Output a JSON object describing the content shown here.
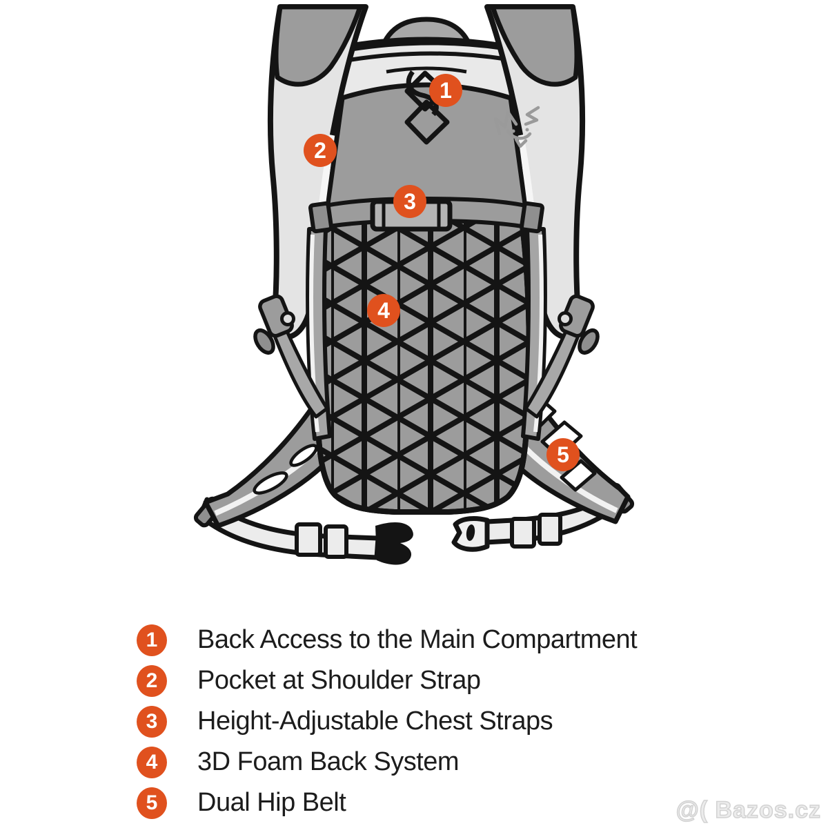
{
  "diagram": {
    "description": "Backpack rear view with numbered feature callouts",
    "markers": [
      {
        "number": "1"
      },
      {
        "number": "2"
      },
      {
        "number": "3"
      },
      {
        "number": "4"
      },
      {
        "number": "5"
      }
    ],
    "brand_logo": "dynafit-snow-leopard"
  },
  "legend": {
    "items": [
      {
        "number": "1",
        "label": "Back Access to the Main Compartment"
      },
      {
        "number": "2",
        "label": "Pocket at Shoulder Strap"
      },
      {
        "number": "3",
        "label": "Height-Adjustable Chest Straps"
      },
      {
        "number": "4",
        "label": "3D Foam Back System"
      },
      {
        "number": "5",
        "label": "Dual Hip Belt"
      }
    ]
  },
  "watermark": {
    "text": "@( Bazos.cz"
  },
  "colors": {
    "accent": "#E0511E",
    "outline": "#141414",
    "panel_gray": "#9C9C9C",
    "strap_light": "#E4E4E4",
    "webbing_light": "#ECECEC",
    "logo_gray": "#9A9A9A"
  }
}
